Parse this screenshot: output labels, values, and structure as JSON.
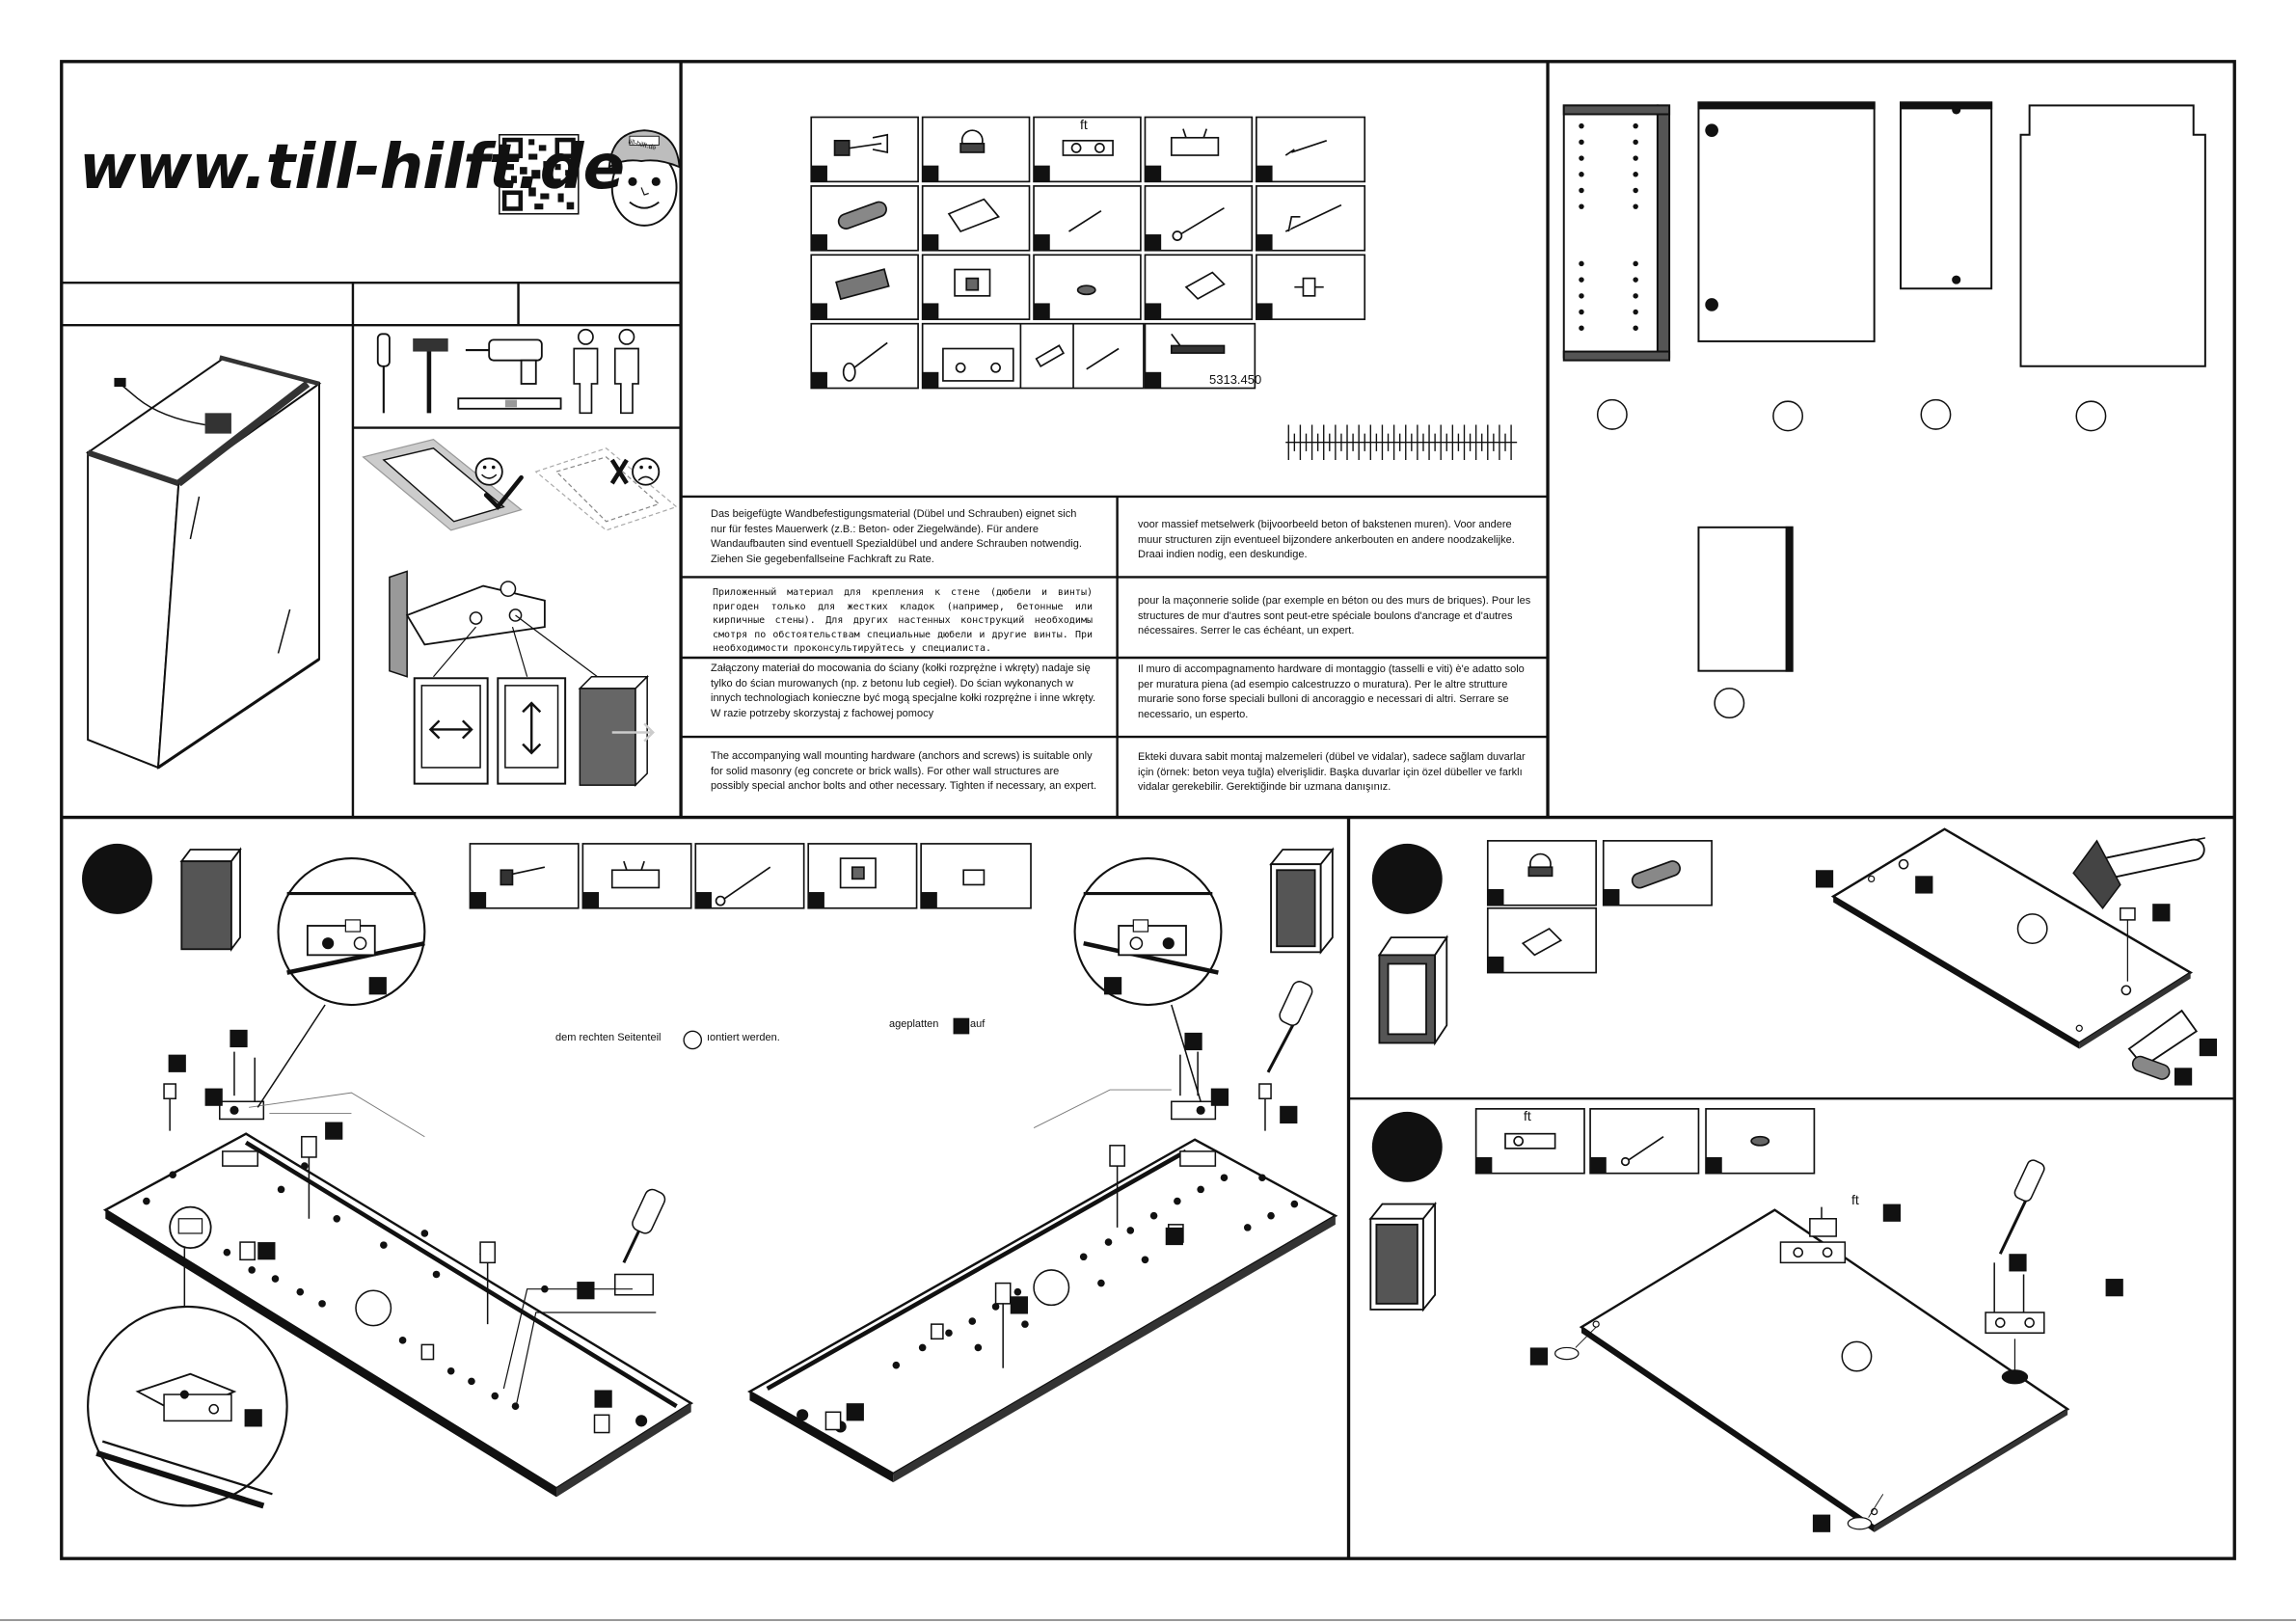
{
  "header": {
    "website": "www.till-hilft.de",
    "mascot_badge": "till-hilft.de"
  },
  "parts": {
    "hinge_label": "ft",
    "article_number": "5313.450"
  },
  "notice": {
    "de": "Das beigefügte Wandbefestigungsmaterial (Dübel und Schrauben) eignet sich nur für festes Mauerwerk (z.B.: Beton- oder Ziegelwände). Für andere Wandaufbauten sind eventuell Spezialdübel und andere Schrauben notwendig. Ziehen Sie gegebenfallseine Fachkraft zu Rate.",
    "nl": "voor massief metselwerk (bijvoorbeeld beton of bakstenen muren). Voor andere muur structuren zijn eventueel bijzondere ankerbouten en andere noodzakelijke. Draai indien nodig, een deskundige.",
    "ru": "Приложенный материал для крепления к стене (дюбели и винты) пригоден только для жестких кладок (например, бетонные или кирпичные стены). Для других настенных конструкций необходимы смотря по обстоятельствам специальные дюбели и другие винты. При необходимости проконсультируйтесь у специалиста.",
    "fr": "pour la maçonnerie solide (par exemple en béton ou des murs de briques). Pour les structures de mur d'autres sont peut-etre spéciale boulons d'ancrage et d'autres nécessaires. Serrer le cas échéant, un expert.",
    "pl": "Załączony materiał do mocowania do ściany (kołki rozprężne i wkręty) nadaje się tylko do ścian murowanych (np. z betonu lub cegieł). Do ścian wykonanych w innych technologiach konieczne być mogą specjalne kołki rozprężne i inne wkręty. W razie potrzeby skorzystaj z fachowej pomocy",
    "it": "Il muro di accompagnamento hardware di montaggio (tasselli e viti) è'e adatto solo per muratura piena (ad esempio calcestruzzo o muratura). Per le altre strutture murarie sono forse speciali bulloni di ancoraggio e necessari di altri. Serrare se necessario, un esperto.",
    "en": "The accompanying wall mounting hardware (anchors and screws) is suitable only for solid masonry (eg concrete or brick walls). For other wall structures are possibly special anchor bolts and other necessary. Tighten if necessary, an expert.",
    "tr": "Ekteki duvara sabit montaj malzemeleri (dübel ve vidalar), sadece sağlam duvarlar için (örnek: beton veya tuğla) elverişlidir. Başka duvarlar için özel dübeller ve farklı vidalar gerekebilir. Gerektiğinde bir uzmana danışınız."
  },
  "step1": {
    "fragment_1": "dem rechten Seitenteil",
    "fragment_2": "ıontiert werden.",
    "fragment_3": "ageplatten",
    "fragment_4": "auf"
  },
  "step3": {
    "hinge_label": "ft"
  },
  "icons": [
    "qr-code-icon",
    "mascot-icon",
    "screwdriver-icon",
    "hammer-icon",
    "drill-icon",
    "spirit-level-icon",
    "two-persons-icon",
    "smiley-happy-icon",
    "smiley-sad-icon",
    "checkmark-icon",
    "cross-icon",
    "hinge-icon",
    "arrow-horizontal-icon",
    "arrow-vertical-icon"
  ],
  "colors": {
    "ink": "#111111",
    "step_badge": "#111111",
    "paper": "#ffffff",
    "panel_grey": "#555555"
  }
}
